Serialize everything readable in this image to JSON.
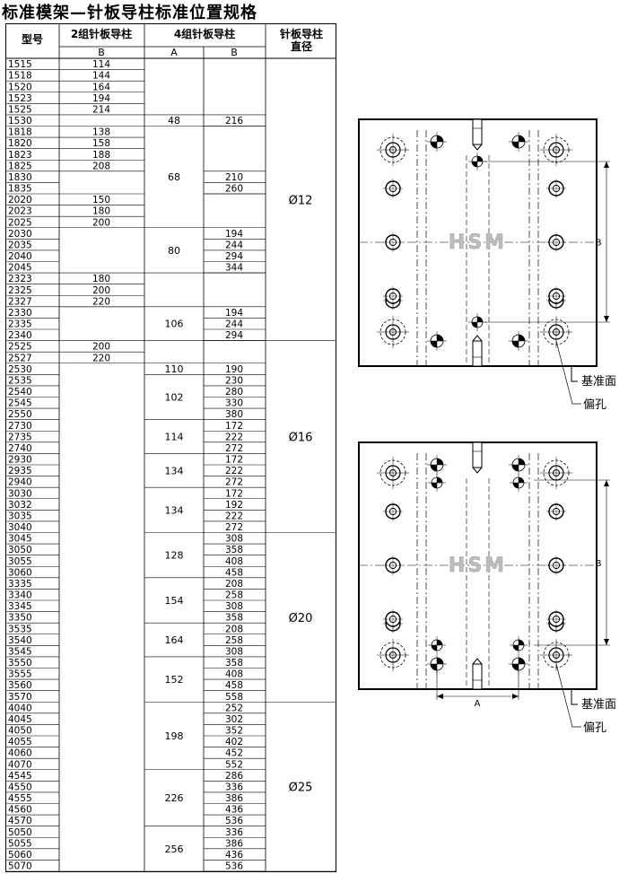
{
  "title": "标准模架—针板导柱标准位置规格",
  "table": {
    "headers": {
      "model": "型号",
      "two_group": "2组针板导柱",
      "two_group_sub": "B",
      "four_group": "4组针板导柱",
      "four_group_sub_a": "A",
      "four_group_sub_b": "B",
      "diameter_line1": "针板导柱",
      "diameter_line2": "直径"
    },
    "models": [
      "1515",
      "1518",
      "1520",
      "1523",
      "1525",
      "1530",
      "1818",
      "1820",
      "1823",
      "1825",
      "1830",
      "1835",
      "2020",
      "2023",
      "2025",
      "2030",
      "2035",
      "2040",
      "2045",
      "2323",
      "2325",
      "2327",
      "2330",
      "2335",
      "2340",
      "2525",
      "2527",
      "2530",
      "2535",
      "2540",
      "2545",
      "2550",
      "2730",
      "2735",
      "2740",
      "2930",
      "2935",
      "2940",
      "3030",
      "3032",
      "3035",
      "3040",
      "3045",
      "3050",
      "3055",
      "3060",
      "3335",
      "3340",
      "3345",
      "3350",
      "3535",
      "3540",
      "3545",
      "3550",
      "3555",
      "3560",
      "3570",
      "4040",
      "4045",
      "4050",
      "4055",
      "4060",
      "4070",
      "4545",
      "4550",
      "4555",
      "4560",
      "4570",
      "5050",
      "5055",
      "5060",
      "5070"
    ],
    "two_group_b": [
      {
        "start": 0,
        "values": [
          "114",
          "144",
          "164",
          "194",
          "214"
        ],
        "span": 6
      },
      {
        "start": 6,
        "values": [
          "138",
          "158",
          "188",
          "208"
        ],
        "span": 6
      },
      {
        "start": 12,
        "values": [
          "150",
          "180",
          "200"
        ],
        "span": 3
      },
      {
        "start": 15,
        "values": [],
        "span": 4
      },
      {
        "start": 19,
        "values": [
          "180",
          "200",
          "220"
        ],
        "span": 3
      },
      {
        "start": 22,
        "values": [],
        "span": 3
      },
      {
        "start": 25,
        "values": [
          "200",
          "220"
        ],
        "span": 2
      },
      {
        "start": 27,
        "values": [],
        "span": 45
      }
    ],
    "four_group_a": [
      {
        "start": 0,
        "span": 5,
        "value": ""
      },
      {
        "start": 5,
        "span": 1,
        "value": "48"
      },
      {
        "start": 6,
        "span": 9,
        "value": "68"
      },
      {
        "start": 15,
        "span": 4,
        "value": "80"
      },
      {
        "start": 19,
        "span": 3,
        "value": ""
      },
      {
        "start": 22,
        "span": 3,
        "value": "106"
      },
      {
        "start": 25,
        "span": 2,
        "value": ""
      },
      {
        "start": 27,
        "span": 1,
        "value": "110"
      },
      {
        "start": 28,
        "span": 4,
        "value": "102"
      },
      {
        "start": 32,
        "span": 3,
        "value": "114"
      },
      {
        "start": 35,
        "span": 3,
        "value": "134"
      },
      {
        "start": 38,
        "span": 4,
        "value": "134"
      },
      {
        "start": 42,
        "span": 4,
        "value": "128"
      },
      {
        "start": 46,
        "span": 4,
        "value": "154"
      },
      {
        "start": 50,
        "span": 3,
        "value": "164"
      },
      {
        "start": 53,
        "span": 4,
        "value": "152"
      },
      {
        "start": 57,
        "span": 6,
        "value": "198"
      },
      {
        "start": 63,
        "span": 5,
        "value": "226"
      },
      {
        "start": 68,
        "span": 4,
        "value": "256"
      }
    ],
    "four_group_b_rows": [
      {
        "start": 0,
        "span": 5,
        "values": []
      },
      {
        "start": 5,
        "span": 1,
        "values": [
          "216"
        ]
      },
      {
        "start": 6,
        "span": 4,
        "values": []
      },
      {
        "start": 10,
        "span": 2,
        "values": [
          "210",
          "260"
        ]
      },
      {
        "start": 12,
        "span": 3,
        "values": []
      },
      {
        "start": 15,
        "span": 4,
        "values": [
          "194",
          "244",
          "294",
          "344"
        ]
      },
      {
        "start": 19,
        "span": 3,
        "values": []
      },
      {
        "start": 22,
        "span": 3,
        "values": [
          "194",
          "244",
          "294"
        ]
      },
      {
        "start": 25,
        "span": 2,
        "values": []
      },
      {
        "start": 27,
        "span": 45,
        "values": [
          "190",
          "230",
          "280",
          "330",
          "380",
          "172",
          "222",
          "272",
          "172",
          "222",
          "272",
          "172",
          "192",
          "222",
          "272",
          "308",
          "358",
          "408",
          "458",
          "208",
          "258",
          "308",
          "358",
          "208",
          "258",
          "308",
          "358",
          "408",
          "458",
          "558",
          "252",
          "302",
          "352",
          "402",
          "452",
          "552",
          "286",
          "336",
          "386",
          "436",
          "536",
          "336",
          "386",
          "436",
          "536"
        ]
      }
    ],
    "diameter": [
      {
        "start": 0,
        "span": 25,
        "value": "Ø12"
      },
      {
        "start": 25,
        "span": 17,
        "value": "Ø16"
      },
      {
        "start": 42,
        "span": 15,
        "value": "Ø20"
      },
      {
        "start": 57,
        "span": 15,
        "value": "Ø25"
      }
    ]
  },
  "diagrams": {
    "logo": "HSM",
    "dim_a": "A",
    "dim_b": "B",
    "ref_face": "基准面",
    "offset_hole": "偏孔"
  }
}
